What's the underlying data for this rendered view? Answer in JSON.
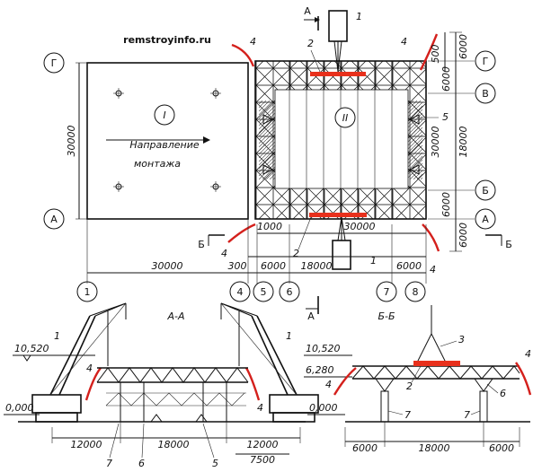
{
  "watermark": "remstroyinfo.ru",
  "plan": {
    "section_mark": "А",
    "section_mark_b": "Б",
    "zone1": "I",
    "zone2": "II",
    "direction_line1": "Направление",
    "direction_line2": "монтажа",
    "axes_left": [
      "Г",
      "А"
    ],
    "axes_right": [
      "Г",
      "В",
      "Б",
      "А"
    ],
    "axes_bottom": [
      "1",
      "4",
      "5",
      "6",
      "7",
      "8"
    ],
    "dims": {
      "left_height": "30000",
      "bottom_total": "30000",
      "d300": "300",
      "d6000a": "6000",
      "d18000": "18000",
      "d6000b": "6000",
      "d1000": "1000",
      "d30000_top": "30000",
      "r500": "500",
      "r6000a": "6000",
      "r6000b": "6000",
      "r30000": "30000",
      "r18000": "18000",
      "r6000c": "6000",
      "r6000d": "6000"
    },
    "callouts": [
      "1",
      "2",
      "4",
      "4",
      "5",
      "2",
      "1",
      "4",
      "4"
    ]
  },
  "section_aa": {
    "title": "А-А",
    "elev_top": "10,520",
    "elev_zero": "0,000",
    "dims": [
      "12000",
      "18000",
      "12000",
      "7500"
    ],
    "callouts": [
      "1",
      "1",
      "7",
      "6",
      "5",
      "4",
      "4"
    ]
  },
  "section_bb": {
    "title": "Б-Б",
    "elev_top": "10,520",
    "elev_mid": "6,280",
    "elev_zero": "0,000",
    "dims": [
      "6000",
      "18000",
      "6000"
    ],
    "callouts": [
      "3",
      "2",
      "6",
      "7",
      "7",
      "4",
      "4"
    ]
  }
}
